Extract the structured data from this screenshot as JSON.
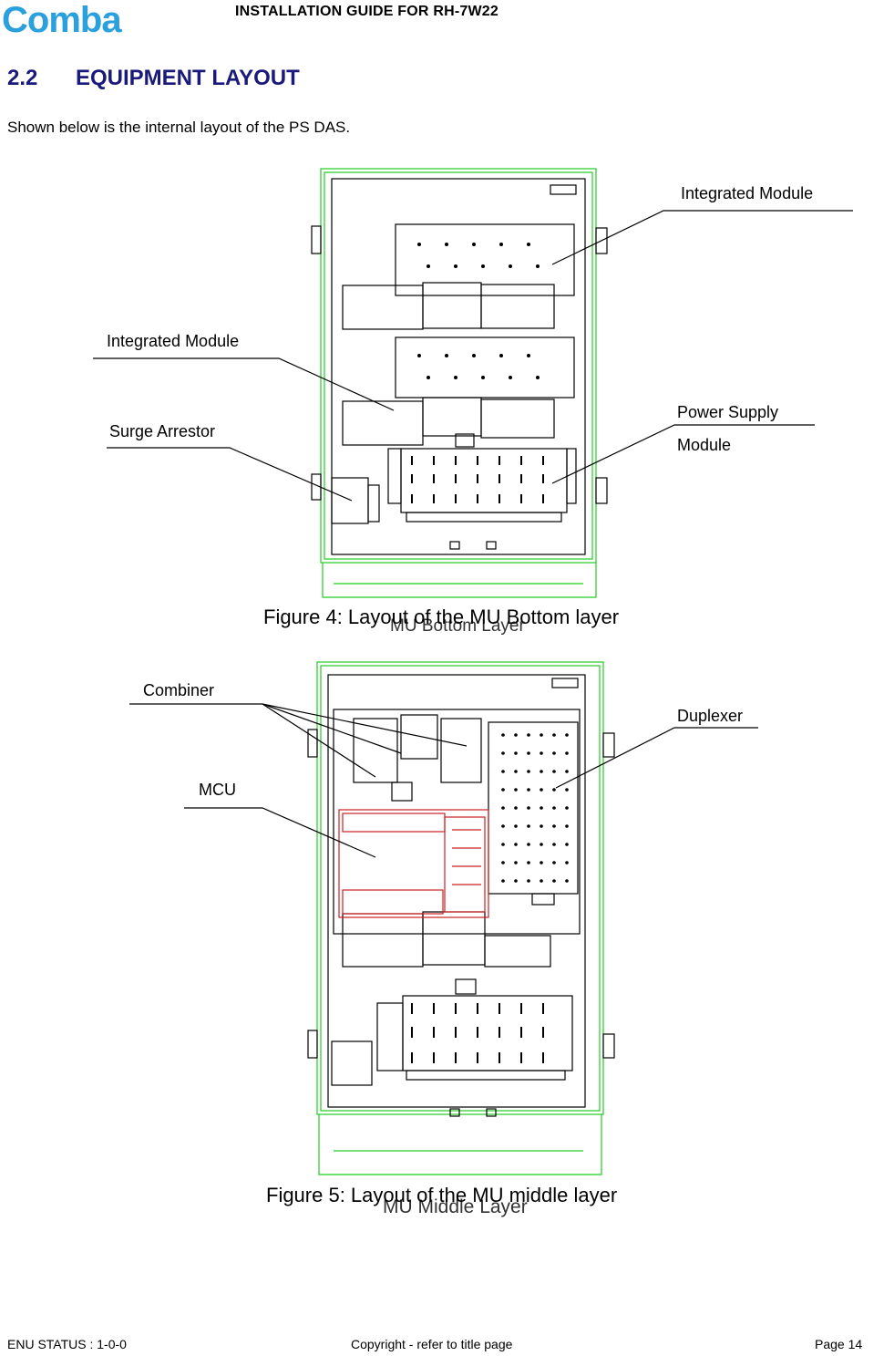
{
  "header": {
    "logo_text": "Comba",
    "doc_title": "INSTALLATION GUIDE FOR RH-7W22"
  },
  "section": {
    "number": "2.2",
    "title": "EQUIPMENT LAYOUT",
    "intro": "Shown below is the internal layout of the PS DAS."
  },
  "figure4": {
    "callouts": {
      "integrated_module_top": "Integrated Module",
      "integrated_module_left": "Integrated Module",
      "surge_arrestor": "Surge Arrestor",
      "power_supply_line1": "Power Supply",
      "power_supply_line2": "Module"
    },
    "caption": "Figure 4: Layout of the MU Bottom layer",
    "drawing_label": "MU Bottom Layer"
  },
  "figure5": {
    "callouts": {
      "combiner": "Combiner",
      "mcu": "MCU",
      "duplexer": "Duplexer"
    },
    "caption": "Figure 5: Layout of the MU middle layer",
    "drawing_label": "MU Middle Layer"
  },
  "footer": {
    "left": "ENU STATUS : 1-0-0",
    "center": "Copyright - refer to title page",
    "right": "Page 14"
  },
  "colors": {
    "logo_blue": "#2aa0dc",
    "heading_blue": "#1a1a7a",
    "cabinet_green": "#22cc22",
    "pcb_red": "#cc2222"
  }
}
